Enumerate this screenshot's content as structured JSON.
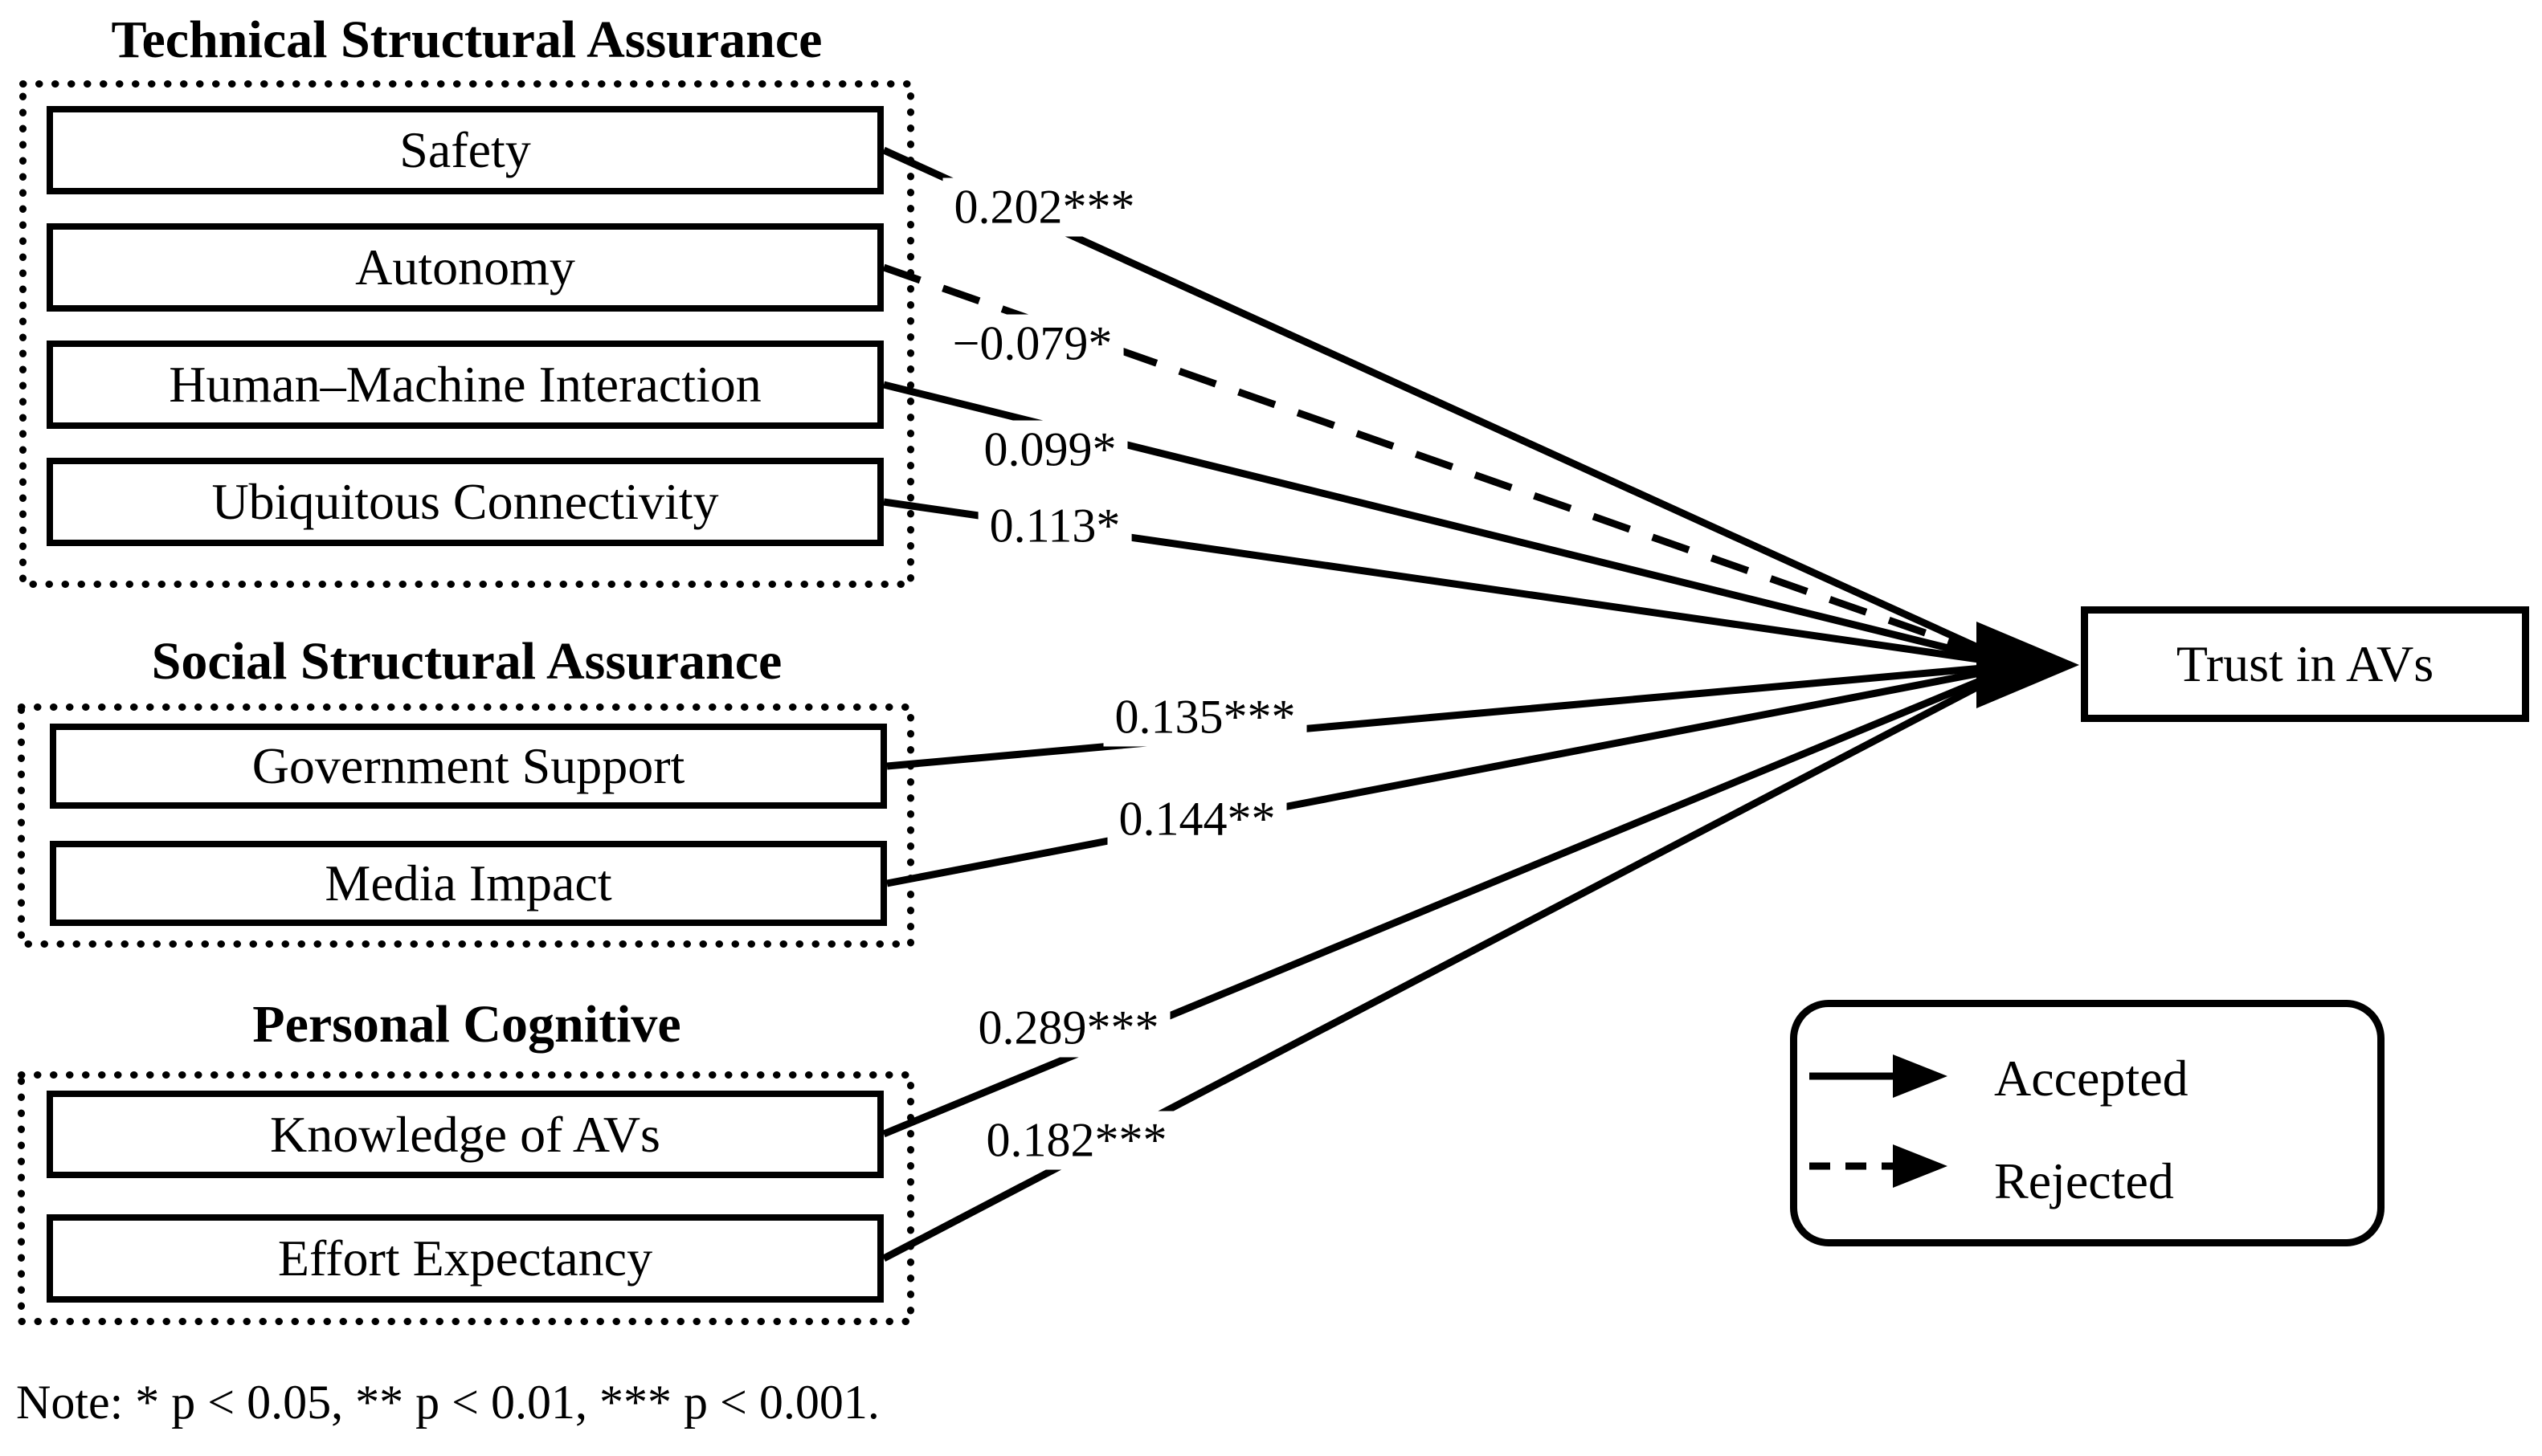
{
  "diagram": {
    "groups": [
      {
        "title": "Technical Structural Assurance",
        "boxes": [
          "Safety",
          "Autonomy",
          "Human–Machine Interaction",
          "Ubiquitous Connectivity"
        ]
      },
      {
        "title": "Social Structural Assurance",
        "boxes": [
          "Government Support",
          "Media Impact"
        ]
      },
      {
        "title": "Personal Cognitive",
        "boxes": [
          "Knowledge of AVs",
          "Effort Expectancy"
        ]
      }
    ],
    "outcome": "Trust in AVs",
    "paths": [
      {
        "from": "Safety",
        "to": "Trust in AVs",
        "coefficient": "0.202***",
        "status": "accepted",
        "line_style": "solid"
      },
      {
        "from": "Autonomy",
        "to": "Trust in AVs",
        "coefficient": "−0.079*",
        "status": "rejected",
        "line_style": "dashed"
      },
      {
        "from": "Human–Machine Interaction",
        "to": "Trust in AVs",
        "coefficient": "0.099*",
        "status": "accepted",
        "line_style": "solid"
      },
      {
        "from": "Ubiquitous Connectivity",
        "to": "Trust in AVs",
        "coefficient": "0.113*",
        "status": "accepted",
        "line_style": "solid"
      },
      {
        "from": "Government Support",
        "to": "Trust in AVs",
        "coefficient": "0.135***",
        "status": "accepted",
        "line_style": "solid"
      },
      {
        "from": "Media Impact",
        "to": "Trust in AVs",
        "coefficient": "0.144**",
        "status": "accepted",
        "line_style": "solid"
      },
      {
        "from": "Knowledge of AVs",
        "to": "Trust in AVs",
        "coefficient": "0.289***",
        "status": "accepted",
        "line_style": "solid"
      },
      {
        "from": "Effort Expectancy",
        "to": "Trust in AVs",
        "coefficient": "0.182***",
        "status": "accepted",
        "line_style": "solid"
      }
    ],
    "legend": {
      "accepted": "Accepted",
      "rejected": "Rejected"
    },
    "note": "Note: * p < 0.05, ** p < 0.01, *** p < 0.001.",
    "colors": {
      "line": "#000000",
      "text": "#000000",
      "background": "#ffffff"
    }
  }
}
